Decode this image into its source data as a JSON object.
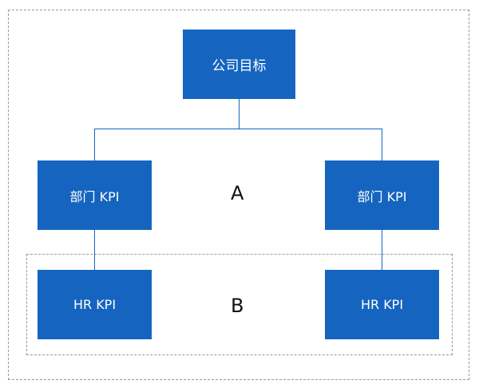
{
  "nodes": {
    "root": "公司目标",
    "dept_left": "部门 KPI",
    "dept_right": "部门 KPI",
    "hr_left": "HR KPI",
    "hr_right": "HR KPI"
  },
  "regions": {
    "a": "A",
    "b": "B"
  },
  "colors": {
    "node_fill": "#1565c0",
    "connector": "#1565c0",
    "frame_border": "#9a9a9a"
  }
}
